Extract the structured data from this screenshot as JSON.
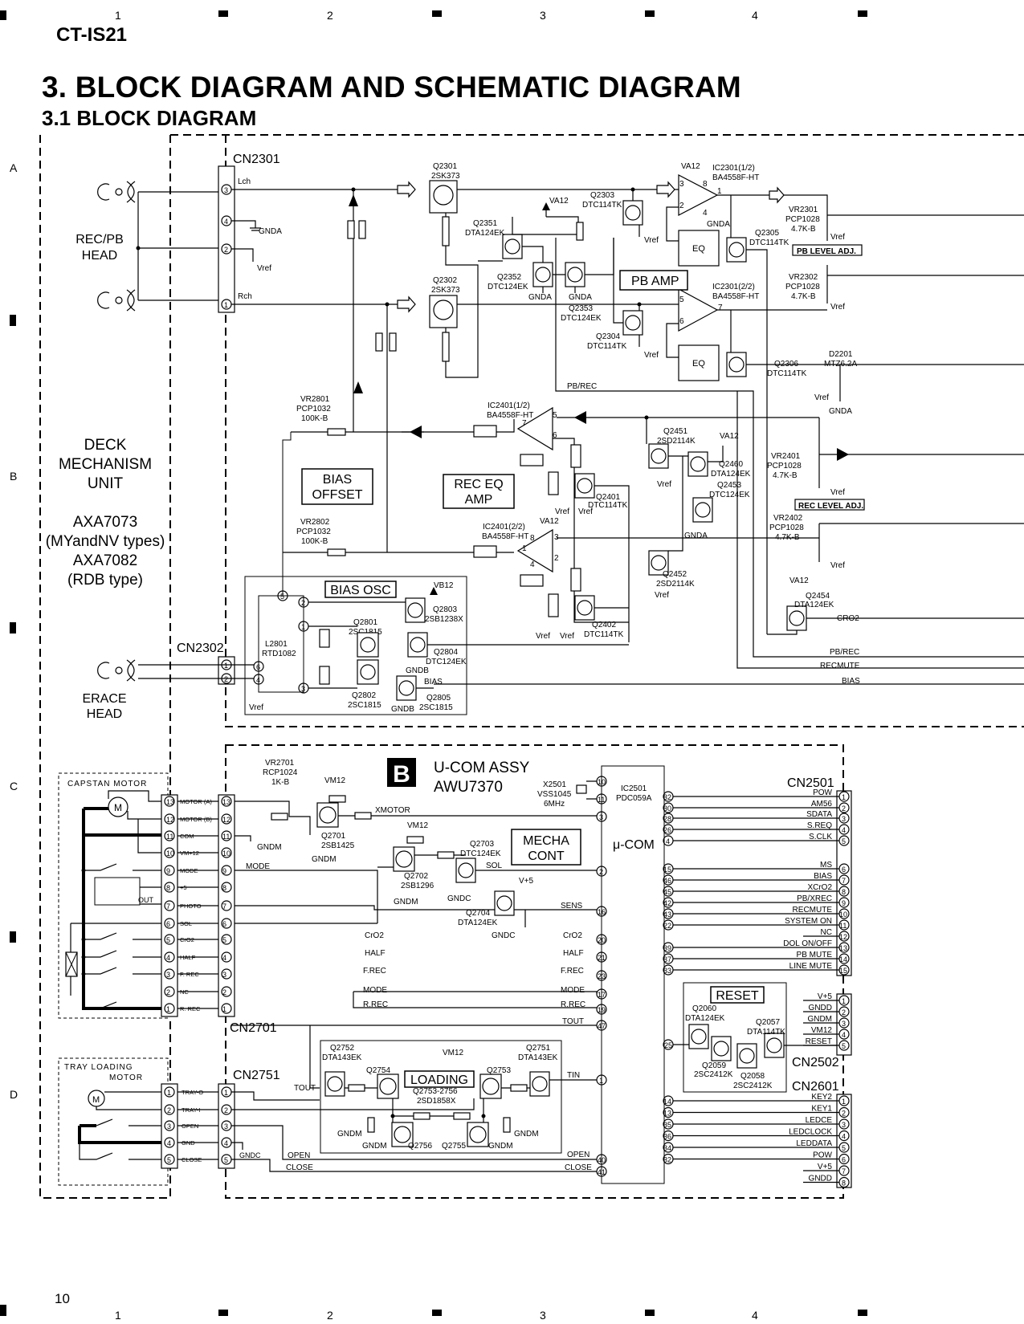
{
  "header": {
    "model": "CT-IS21",
    "title": "3. BLOCK DIAGRAM AND SCHEMATIC DIAGRAM",
    "subtitle": "3.1 BLOCK DIAGRAM",
    "page_number": "10"
  },
  "grid": {
    "cols": [
      "1",
      "2",
      "3",
      "4"
    ],
    "rows": [
      "A",
      "B",
      "C",
      "D"
    ]
  },
  "deck": {
    "title_l1": "DECK",
    "title_l2": "MECHANISM",
    "title_l3": "UNIT",
    "model1": "AXA7073",
    "model1_note": "(MYandNV types)",
    "model2": "AXA7082",
    "model2_note": "(RDB type)",
    "head_rec": "REC/PB",
    "head_rec2": "HEAD",
    "head_erase": "ERACE",
    "head_erase2": "HEAD",
    "capstan": "CAPSTAN MOTOR",
    "tray": "TRAY LOADING",
    "tray2": "MOTOR"
  },
  "cn": {
    "cn2301": "CN2301",
    "cn2302": "CN2302",
    "cn2701": "CN2701",
    "cn2751": "CN2751",
    "cn2501": "CN2501",
    "cn2502": "CN2502",
    "cn2601": "CN2601",
    "lch": "Lch",
    "rch": "Rch",
    "gnda": "GNDA",
    "vref": "Vref"
  },
  "blocks": {
    "pb_amp": "PB AMP",
    "bias_offset_l1": "BIAS",
    "bias_offset_l2": "OFFSET",
    "rec_eq_l1": "REC EQ",
    "rec_eq_l2": "AMP",
    "bias_osc": "BIAS OSC",
    "eq": "EQ",
    "mecha_l1": "MECHA",
    "mecha_l2": "CONT",
    "ucom": "μ-COM",
    "reset": "RESET",
    "loading": "LOADING",
    "assy_letter": "B",
    "assy_name": "U-COM ASSY",
    "assy_code": "AWU7370",
    "pb_level": "PB LEVEL ADJ.",
    "rec_level": "REC LEVEL ADJ."
  },
  "parts": {
    "q2301": "Q2301",
    "q2301t": "2SK373",
    "q2302": "Q2302",
    "q2302t": "2SK373",
    "q2303": "Q2303",
    "q2303t": "DTC114TK",
    "q2351": "Q2351",
    "q2351t": "DTA124EK",
    "q2352": "Q2352",
    "q2352t": "DTC124EK",
    "q2353": "Q2353",
    "q2353t": "DTC124EK",
    "q2304": "Q2304",
    "q2304t": "DTC114TK",
    "q2305": "Q2305",
    "q2305t": "DTC114TK",
    "q2306": "Q2306",
    "q2306t": "DTC114TK",
    "ic2301a": "IC2301(1/2)",
    "ic2301b": "IC2301(2/2)",
    "ic2301t": "BA4558F-HT",
    "va12": "VA12",
    "vr2301": "VR2301",
    "vr2302": "VR2302",
    "pcp1028": "PCP1028",
    "r47": "4.7K-B",
    "d2201": "D2201",
    "d2201t": "MTZ6.2A",
    "pbrec": "PB/REC",
    "vr2801": "VR2801",
    "vr2802": "VR2802",
    "pcp1032": "PCP1032",
    "r100": "100K-B",
    "ic2401a": "IC2401(1/2)",
    "ic2401b": "IC2401(2/2)",
    "ic2401t": "BA4558F-HT",
    "q2451": "Q2451",
    "q2451t": "2SD2114K",
    "q2452": "Q2452",
    "q2452t": "2SD2114K",
    "q2460": "Q2460",
    "q2460t": "DTA124EK",
    "q2453": "Q2453",
    "q2453t": "DTC124EK",
    "q2401": "Q2401",
    "q2401t": "DTC114TK",
    "q2402": "Q2402",
    "q2402t": "DTC114TK",
    "vr2401": "VR2401",
    "vr2402": "VR2402",
    "q2454": "Q2454",
    "q2454t": "DTA124EK",
    "cro2": "CRO2",
    "recmute": "RECMUTE",
    "bias": "BIAS",
    "vb12": "VB12",
    "q2803": "Q2803",
    "q2803t": "2SB1238X",
    "q2801": "Q2801",
    "q2801t": "2SC1815",
    "q2802": "Q2802",
    "q2802t": "2SC1815",
    "q2804": "Q2804",
    "q2804t": "DTC124EK",
    "q2805": "Q2805",
    "q2805t": "2SC1815",
    "l2801": "L2801",
    "l2801t": "RTD1082",
    "gndb": "GNDB",
    "vr2701": "VR2701",
    "vr2701t": "RCP1024",
    "vr2701v": "1K-B",
    "vm12": "VM12",
    "q2701": "Q2701",
    "q2701t": "2SB1425",
    "gndm": "GNDM",
    "xmotor": "XMOTOR",
    "q2702": "Q2702",
    "q2702t": "2SB1296",
    "q2703": "Q2703",
    "q2703t": "DTC124EK",
    "q2704": "Q2704",
    "q2704t": "DTA124EK",
    "sol": "SOL",
    "gndc": "GNDC",
    "vp5": "V+5",
    "sens": "SENS",
    "x2501": "X2501",
    "x2501t": "VSS1045",
    "x2501f": "6MHz",
    "ic2501": "IC2501",
    "ic2501t": "PDC059A",
    "q2060": "Q2060",
    "q2060t": "DTA124EK",
    "q2057": "Q2057",
    "q2057t": "DTA114TK",
    "q2059": "Q2059",
    "q2059t": "2SC2412K",
    "q2058": "Q2058",
    "q2058t": "2SC2412K",
    "q2752": "Q2752",
    "q2752t": "DTA143EK",
    "q2751": "Q2751",
    "q2751t": "DTA143EK",
    "q2754": "Q2754",
    "q2753": "Q2753",
    "q2753r": "Q2753-2756",
    "q2753rt": "2SD1858X",
    "q2756": "Q2756",
    "q2755": "Q2755",
    "tout": "TOUT",
    "tin": "TIN",
    "open": "OPEN",
    "close": "CLOSE"
  },
  "capstan_pins": [
    "MOTOR (A)",
    "MOTOR (B)",
    "COM",
    "VM+12",
    "MODE",
    "+5",
    "PHOTO",
    "SOL",
    "CrO2",
    "HALF",
    "F. REC",
    "NC",
    "R. REC"
  ],
  "tray_pins": [
    "TRAY-O",
    "TRAY-I",
    "OPEN",
    "GND",
    "CLOSE"
  ],
  "cn2701_nums": [
    "13",
    "12",
    "11",
    "10",
    "9",
    "8",
    "7",
    "6",
    "5",
    "4",
    "3",
    "2",
    "1"
  ],
  "mid_signals": {
    "mode": "MODE",
    "cro2": "CrO2",
    "half": "HALF",
    "frec": "F.REC",
    "mode2": "MODE",
    "rrec": "R.REC"
  },
  "ucom_left": {
    "cro2": "CrO2",
    "half": "HALF",
    "frec": "F.REC",
    "mode": "MODE",
    "rrec": "R.REC",
    "tout": "TOUT",
    "tin": "TIN",
    "open": "OPEN",
    "close": "CLOSE",
    "sol": "SOL",
    "sens": "SENS"
  },
  "ucom_left_pins": {
    "p10": "10",
    "p11": "11",
    "p3": "3",
    "p2": "2",
    "p16": "16",
    "p20": "20",
    "p21": "21",
    "p23": "23",
    "p17": "17",
    "p19": "19",
    "p47": "47",
    "p1": "1",
    "p40": "40",
    "p41": "41"
  },
  "cn2501": [
    {
      "sig": "POW",
      "ic": "32",
      "pin": "1"
    },
    {
      "sig": "AM56",
      "ic": "30",
      "pin": "2"
    },
    {
      "sig": "SDATA",
      "ic": "28",
      "pin": "3"
    },
    {
      "sig": "S.REQ",
      "ic": "26",
      "pin": "4"
    },
    {
      "sig": "S.CLK",
      "ic": "4",
      "pin": "5"
    },
    {
      "sig": "MS",
      "ic": "15",
      "pin": "6"
    },
    {
      "sig": "BIAS",
      "ic": "46",
      "pin": "7"
    },
    {
      "sig": "XCrO2",
      "ic": "45",
      "pin": "8"
    },
    {
      "sig": "PB/XREC",
      "ic": "42",
      "pin": "9"
    },
    {
      "sig": "RECMUTE",
      "ic": "43",
      "pin": "10"
    },
    {
      "sig": "SYSTEM ON",
      "ic": "22",
      "pin": "11"
    },
    {
      "sig": "NC",
      "ic": "",
      "pin": "12"
    },
    {
      "sig": "DOL ON/OFF",
      "ic": "39",
      "pin": "13"
    },
    {
      "sig": "PB MUTE",
      "ic": "37",
      "pin": "14"
    },
    {
      "sig": "LINE MUTE",
      "ic": "33",
      "pin": "15"
    }
  ],
  "cn2502": [
    {
      "sig": "V+5",
      "pin": "1"
    },
    {
      "sig": "GNDD",
      "pin": "2"
    },
    {
      "sig": "GNDM",
      "pin": "3"
    },
    {
      "sig": "VM12",
      "pin": "4"
    },
    {
      "sig": "RESET",
      "pin": "5"
    }
  ],
  "cn2502_ic": "25",
  "cn2601": [
    {
      "sig": "KEY2",
      "ic": "14",
      "pin": "1"
    },
    {
      "sig": "KEY1",
      "ic": "13",
      "pin": "2"
    },
    {
      "sig": "LEDCE",
      "ic": "35",
      "pin": "3"
    },
    {
      "sig": "LEDCLOCK",
      "ic": "36",
      "pin": "4"
    },
    {
      "sig": "LEDDATA",
      "ic": "34",
      "pin": "5"
    },
    {
      "sig": "POW",
      "ic": "32",
      "pin": "6"
    },
    {
      "sig": "V+5",
      "ic": "",
      "pin": "7"
    },
    {
      "sig": "GNDD",
      "ic": "",
      "pin": "8"
    }
  ],
  "cn2301_pins": [
    "3",
    "4",
    "2",
    "1"
  ],
  "cn2302_pins": [
    "1",
    "2"
  ],
  "cn2751_pins": [
    "1",
    "2",
    "3",
    "4",
    "5"
  ],
  "osc_pins": [
    "5",
    "2",
    "1",
    "6",
    "4",
    "3"
  ],
  "opamp_pins": {
    "a3": "3",
    "a2": "2",
    "a8": "8",
    "a4": "4",
    "a1": "1",
    "b5": "5",
    "b6": "6",
    "b7": "7",
    "c5": "5",
    "c6": "6",
    "c7": "7",
    "d8": "8",
    "d3": "3",
    "d2": "2",
    "d1": "1",
    "d4": "4"
  }
}
